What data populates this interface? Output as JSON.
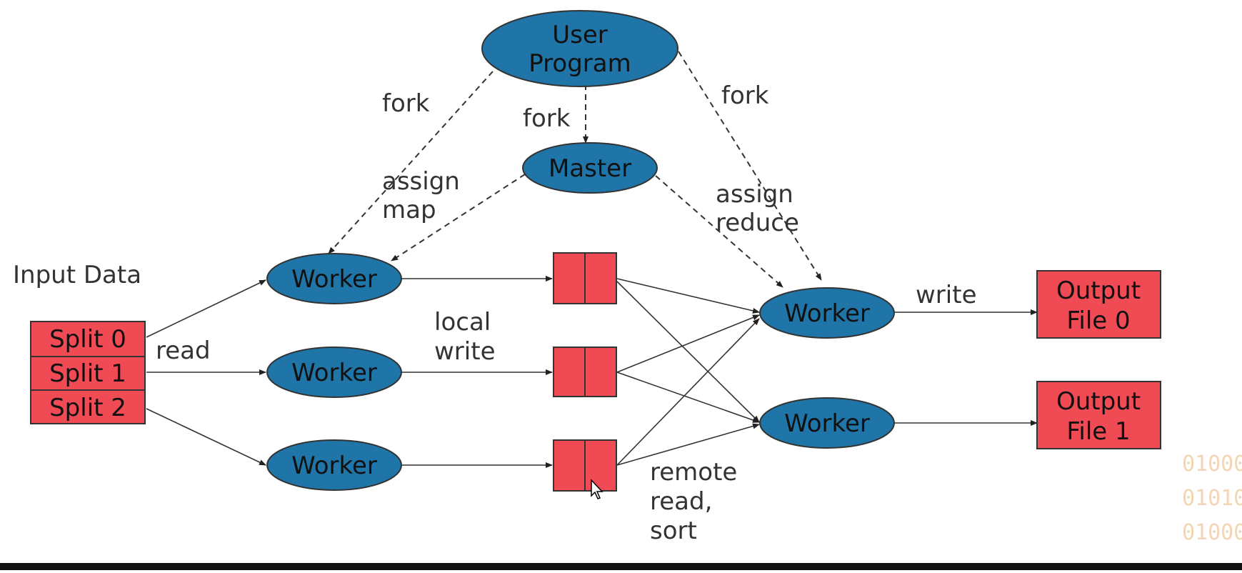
{
  "nodes": {
    "user_program": [
      "User",
      "Program"
    ],
    "master": "Master",
    "map_workers": [
      "Worker",
      "Worker",
      "Worker"
    ],
    "reduce_workers": [
      "Worker",
      "Worker"
    ]
  },
  "input": {
    "title": "Input Data",
    "splits": [
      "Split 0",
      "Split 1",
      "Split 2"
    ]
  },
  "outputs": [
    [
      "Output",
      "File 0"
    ],
    [
      "Output",
      "File 1"
    ]
  ],
  "labels": {
    "fork_left": "fork",
    "fork_center": "fork",
    "fork_right": "fork",
    "assign_map": [
      "assign",
      "map"
    ],
    "assign_reduce": [
      "assign",
      "reduce"
    ],
    "read": "read",
    "local_write": [
      "local",
      "write"
    ],
    "write": "write",
    "remote_read_sort": [
      "remote",
      "read,",
      "sort"
    ]
  },
  "watermark": [
    "01000",
    "01010",
    "01000"
  ],
  "colors": {
    "ellipse_fill": "#1f75a8",
    "box_fill": "#f04a55",
    "stroke": "#222222",
    "text": "#111111",
    "label": "#333333"
  }
}
